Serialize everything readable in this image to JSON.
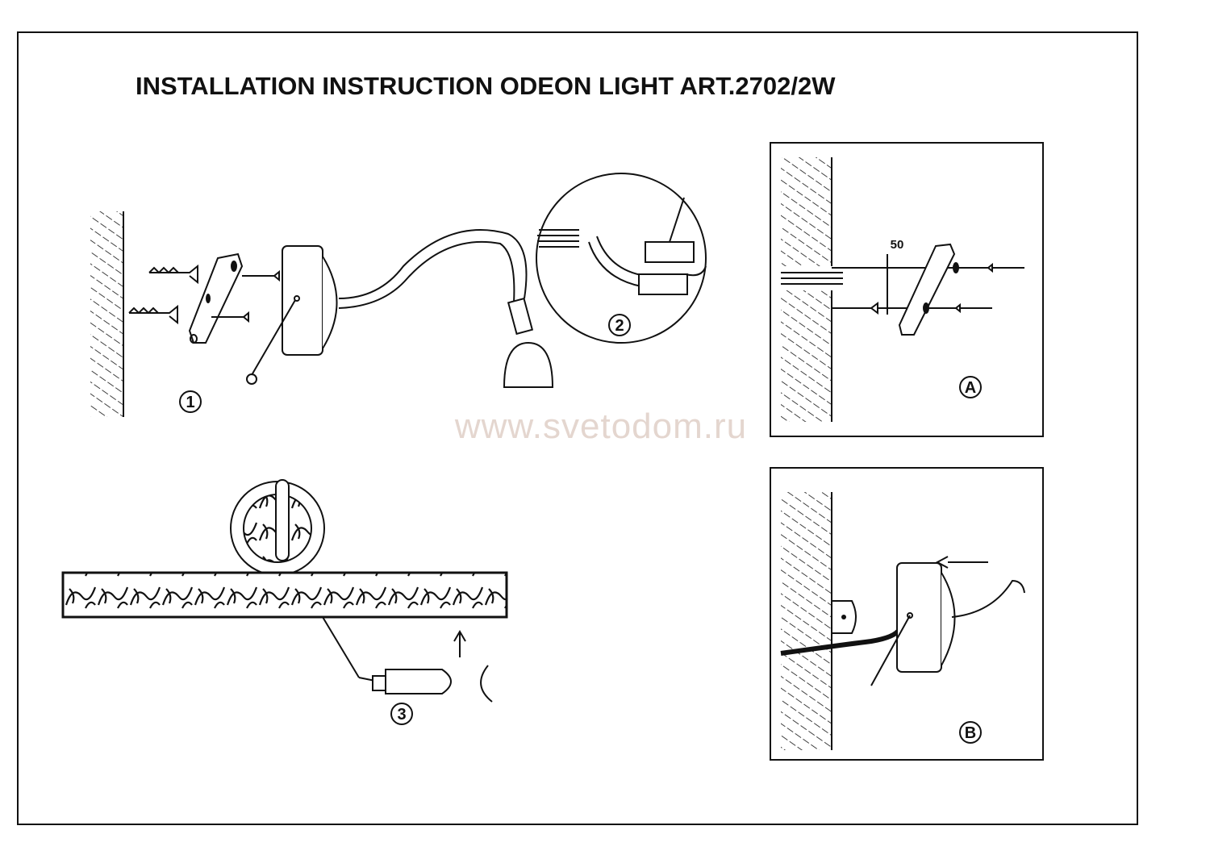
{
  "title": "INSTALLATION INSTRUCTION ODEON LIGHT ART.2702/2W",
  "watermark": "www.svetodom.ru",
  "steps": {
    "step1": "1",
    "step2": "2",
    "step3": "3",
    "detailA": "A",
    "detailB": "B"
  },
  "dimension_label": "50"
}
